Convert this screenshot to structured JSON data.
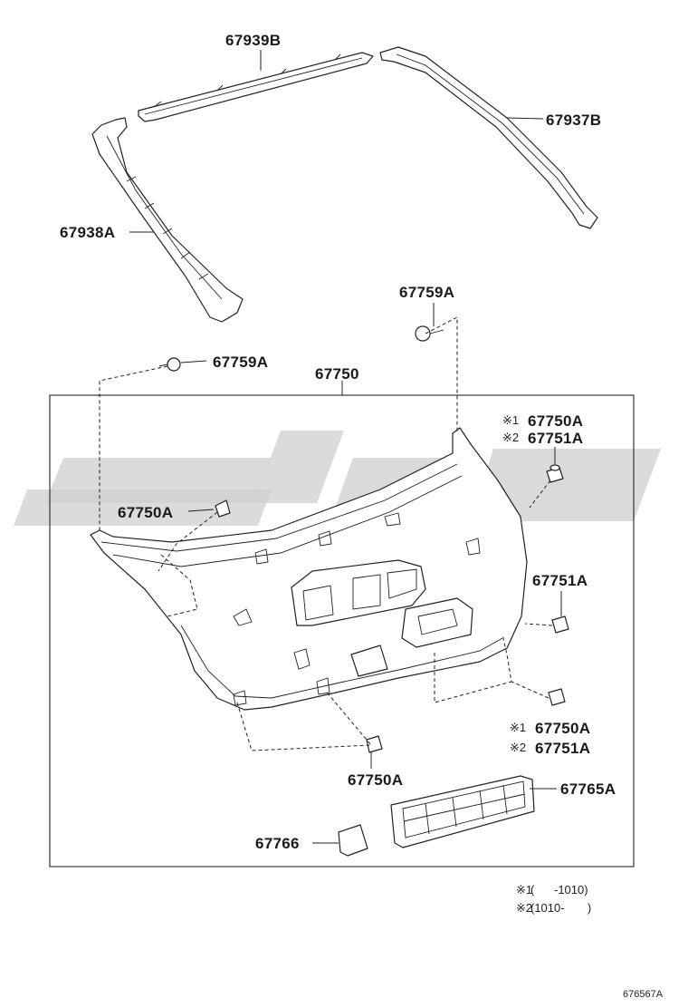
{
  "labels": {
    "p67939B": "67939B",
    "p67937B": "67937B",
    "p67938A": "67938A",
    "p67759A_top": "67759A",
    "p67759A_left": "67759A",
    "p67750": "67750",
    "p67750A_r1": "67750A",
    "p67751A_r1": "67751A",
    "p67750A_left": "67750A",
    "p67751A_right": "67751A",
    "p67750A_r2": "67750A",
    "p67751A_r2": "67751A",
    "p67750A_bottom": "67750A",
    "p67765A": "67765A",
    "p67766": "67766"
  },
  "markers": {
    "m1": "※1",
    "m2": "※2"
  },
  "notes": {
    "note1_mark": "※1",
    "note1_text": "(      -1010)",
    "note2_mark": "※2",
    "note2_text": "(1010-       )"
  },
  "figure_id": "676567A",
  "watermark_color": "#cfcfcf"
}
